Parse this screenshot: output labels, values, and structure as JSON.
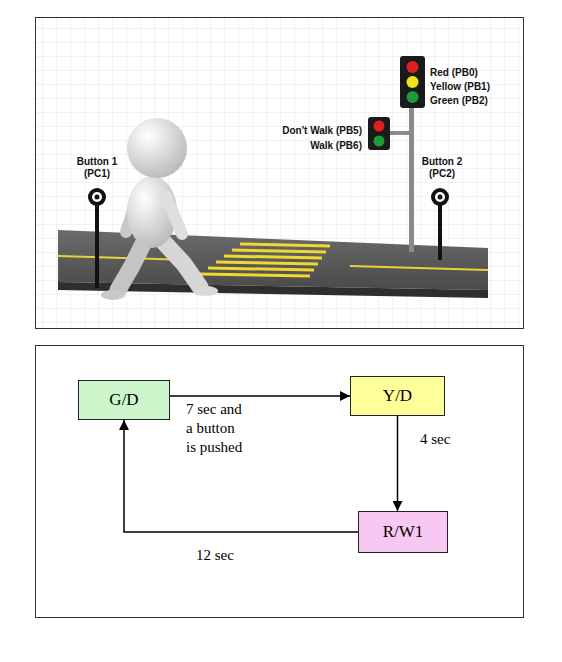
{
  "diagram": {
    "nodes": [
      {
        "text": [
          "G/D"
        ]
      },
      {
        "text": [
          "Y/D"
        ]
      },
      {
        "text": [
          "R/W1"
        ]
      }
    ],
    "edges": [
      {
        "from": 0,
        "to": 1,
        "arrow": "to",
        "label": "7 sec and a button is pushed"
      },
      {
        "from": 1,
        "to": 2,
        "arrow": "to",
        "label": "4 sec"
      },
      {
        "from": 2,
        "to": 0,
        "arrow": "to",
        "label": "12 sec"
      }
    ],
    "labels": [
      "Red (PB0)",
      "Yellow (PB1)",
      "Green (PB2)",
      "Don't Walk (PB5)",
      "Walk (PB6)",
      "Button 1 (PC1)",
      "Button 2 (PC2)"
    ]
  }
}
